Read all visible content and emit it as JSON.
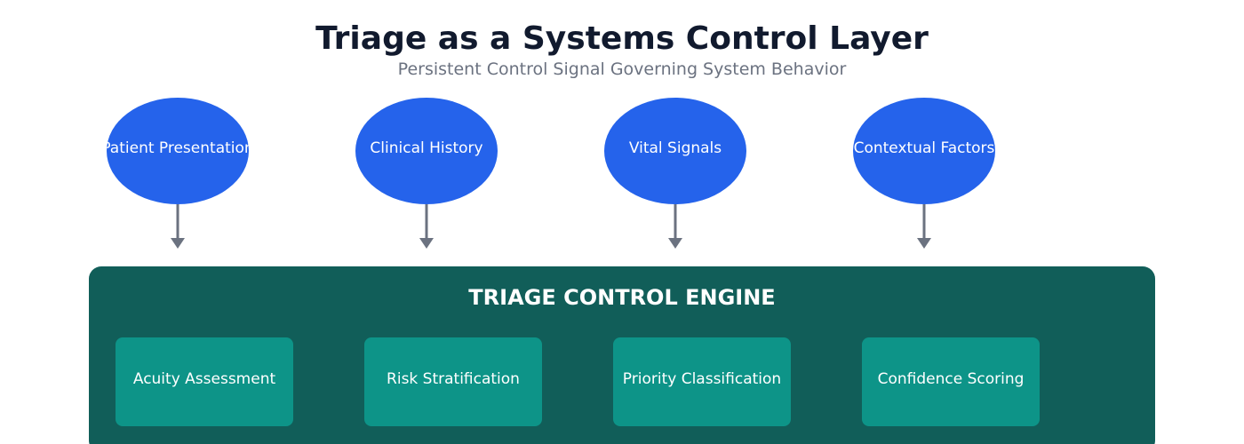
{
  "title": "Triage as a Systems Control Layer",
  "subtitle": "Persistent Control Signal Governing System Behavior",
  "colors": {
    "title": "#111a2e",
    "subtitle": "#6b7280",
    "input_node": "#2563eb",
    "arrow": "#6b7280",
    "engine_bg": "#115e59",
    "component_bg": "#0d9488",
    "text_on_fill": "#ffffff"
  },
  "inputs": [
    {
      "label": "Patient Presentation"
    },
    {
      "label": "Clinical History"
    },
    {
      "label": "Vital Signals"
    },
    {
      "label": "Contextual Factors"
    }
  ],
  "engine": {
    "title": "TRIAGE CONTROL ENGINE",
    "components": [
      {
        "label": "Acuity Assessment"
      },
      {
        "label": "Risk Stratification"
      },
      {
        "label": "Priority Classification"
      },
      {
        "label": "Confidence Scoring"
      }
    ]
  }
}
